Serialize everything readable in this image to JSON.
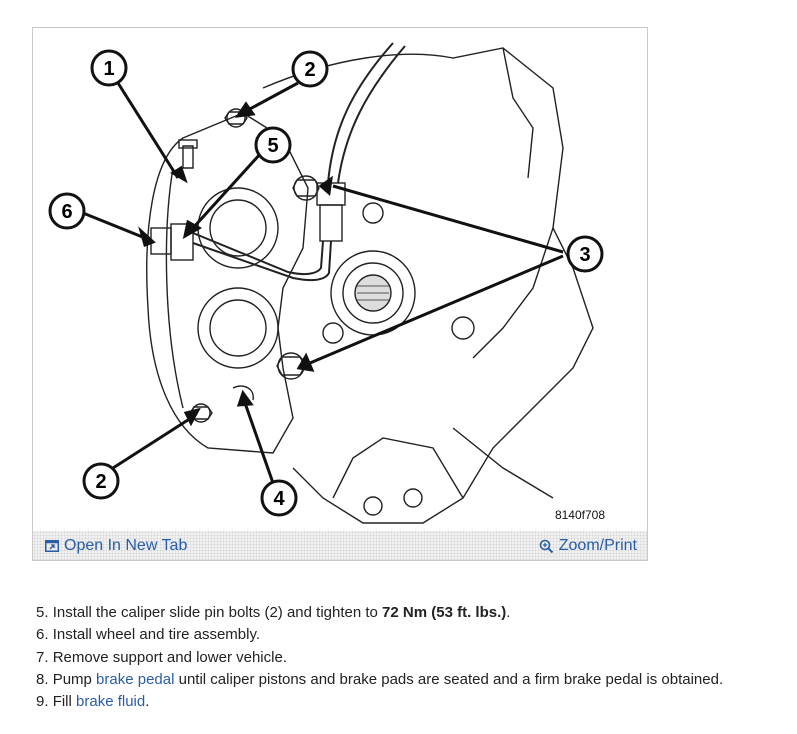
{
  "figure": {
    "code": "8140f708",
    "callouts": [
      "1",
      "2",
      "3",
      "4",
      "5",
      "6"
    ]
  },
  "toolbar": {
    "open_tab_label": "Open In New Tab",
    "zoom_label": "Zoom/Print",
    "open_tab_icon": "open-in-new-tab-icon",
    "zoom_icon": "magnifier-icon"
  },
  "steps": [
    {
      "num": "5.",
      "pre": "Install the caliper slide pin bolts (2) and tighten to ",
      "bold": "72 Nm (53 ft. lbs.)",
      "post": "."
    },
    {
      "num": "6.",
      "text": "Install wheel and tire assembly."
    },
    {
      "num": "7.",
      "text": "Remove support and lower vehicle."
    },
    {
      "num": "8.",
      "pre": "Pump ",
      "link": "brake pedal",
      "post": " until caliper pistons and brake pads are seated and a firm brake pedal is obtained."
    },
    {
      "num": "9.",
      "pre": "Fill ",
      "link": "brake fluid",
      "post": "."
    }
  ],
  "colors": {
    "link": "#2a5da8",
    "text": "#222222",
    "border": "#c9c9c9"
  }
}
